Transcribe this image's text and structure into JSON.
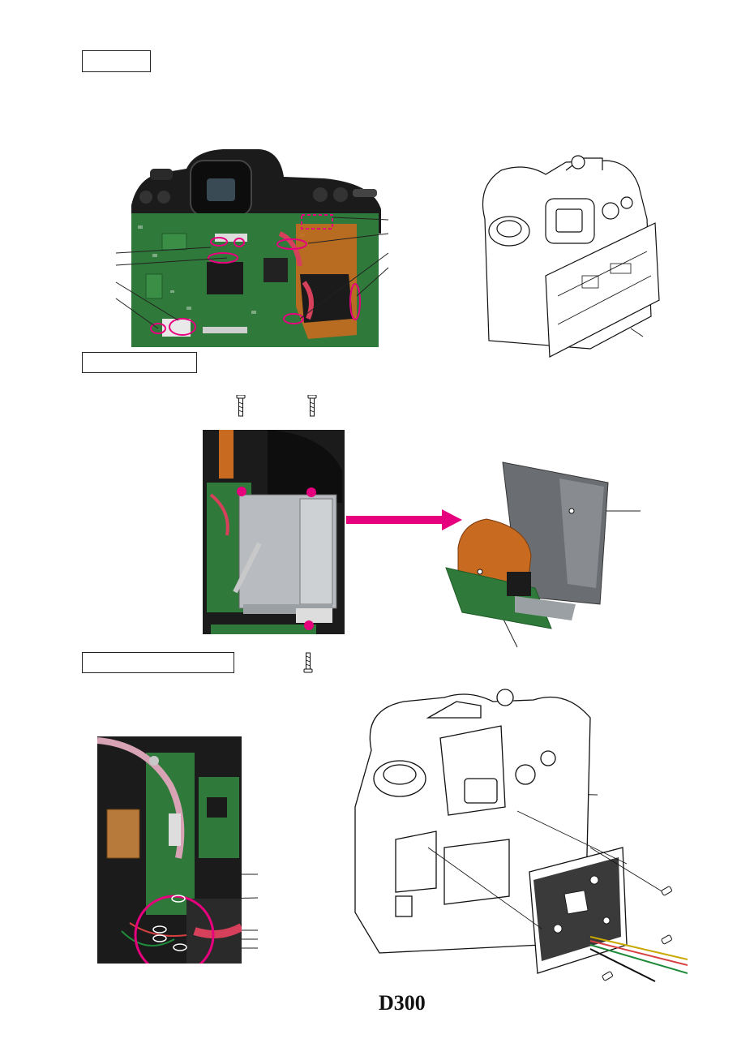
{
  "footer": {
    "model_logo": "D300"
  },
  "colors": {
    "accent": "#e6007e",
    "pcb_green": "#2f7a3a",
    "flex_orange": "#c86a1f",
    "camera_black": "#1b1b1b",
    "metal": "#b8bcc0"
  },
  "sections": [
    {
      "name": "section-1-title-box",
      "label": ""
    },
    {
      "name": "section-2-title-box",
      "label": ""
    },
    {
      "name": "section-3-title-box",
      "label": ""
    }
  ]
}
